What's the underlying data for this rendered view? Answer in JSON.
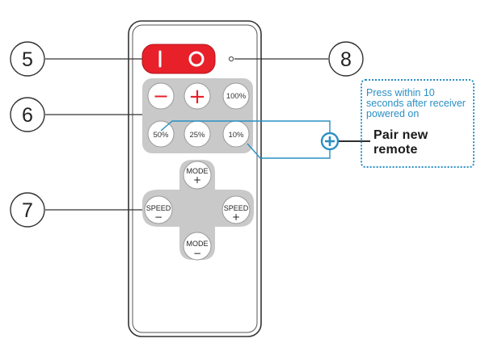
{
  "callouts": {
    "power": "5",
    "dimming": "6",
    "mode_speed": "7",
    "indicator": "8"
  },
  "buttons": {
    "off": "I",
    "on": "O",
    "minus": "−",
    "plus": "+",
    "b100": "100%",
    "b50": "50%",
    "b25": "25%",
    "b10": "10%",
    "mode_plus": [
      "MODE",
      "+"
    ],
    "mode_minus": [
      "MODE",
      "−"
    ],
    "speed_minus": [
      "SPEED",
      "−"
    ],
    "speed_plus": [
      "SPEED",
      "+"
    ]
  },
  "pairing": {
    "note": "Press within 10 seconds after receiver powered on",
    "label": "Pair new remote",
    "icon": "plus-circle-icon"
  },
  "colors": {
    "power_red": "#e8202a",
    "accent_blue": "#2a8fc4",
    "panel_gray": "#c9c9c9",
    "button_white": "#ffffff"
  }
}
